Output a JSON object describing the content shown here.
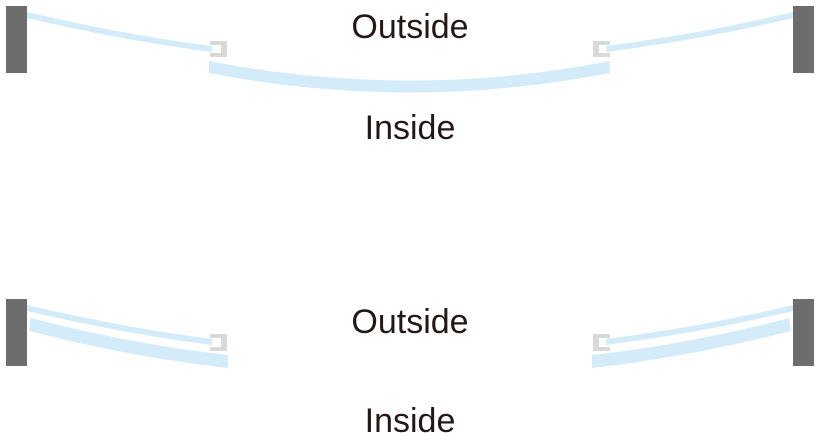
{
  "panels": [
    {
      "id": "top",
      "outside_label": "Outside",
      "inside_label": "Inside"
    },
    {
      "id": "bottom",
      "outside_label": "Outside",
      "inside_label": "Inside"
    }
  ],
  "colors": {
    "background": "#ffffff",
    "wall": "#6d6d6d",
    "glass": "#d4ebf9",
    "bracket": "#d9d9d9",
    "text": "#231815"
  }
}
